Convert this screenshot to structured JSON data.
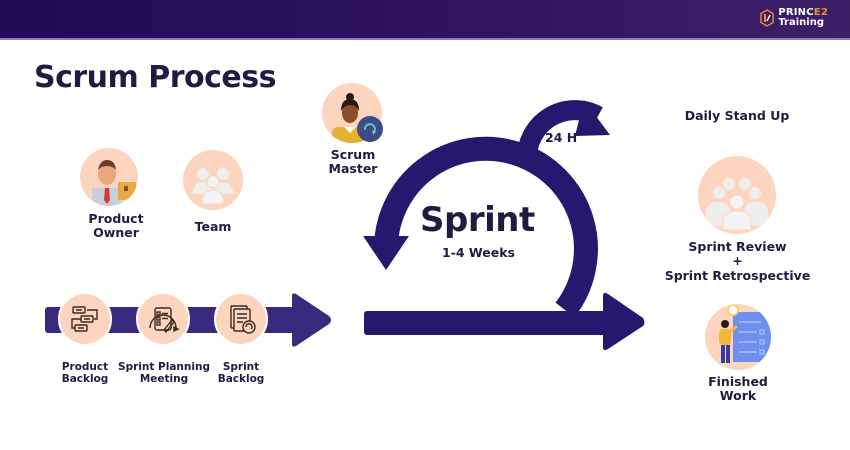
{
  "header": {
    "logo": {
      "icon": "prince2-hexagon-logo-icon",
      "line1_main": "PRINC",
      "line1_accent": "E2",
      "line2": "Training"
    }
  },
  "title": "Scrum Process",
  "roles": [
    {
      "label_line1": "Product",
      "label_line2": "Owner",
      "icon": "product-owner-icon"
    },
    {
      "label": "Team",
      "icon": "team-icon"
    },
    {
      "label_line1": "Scrum",
      "label_line2": "Master",
      "icon": "scrum-master-icon"
    }
  ],
  "pipeline": [
    {
      "label_line1": "Product",
      "label_line2": "Backlog",
      "icon": "product-backlog-icon"
    },
    {
      "label_line1": "Sprint Planning",
      "label_line2": "Meeting",
      "icon": "sprint-planning-icon"
    },
    {
      "label_line1": "Sprint",
      "label_line2": "Backlog",
      "icon": "sprint-backlog-icon"
    }
  ],
  "sprint": {
    "title": "Sprint",
    "duration": "1-4 Weeks",
    "daily_cycle": "24 H"
  },
  "outcomes": {
    "daily_standup": "Daily Stand Up",
    "review_line1": "Sprint Review",
    "review_plus": "+",
    "review_line2": "Sprint Retrospective",
    "finished_line1": "Finished",
    "finished_line2": "Work"
  },
  "colors": {
    "brand_dark": "#231a42",
    "arrow": "#27176e",
    "arrow_light": "#3a2a7e",
    "peach": "#fdd5be",
    "accent_orange": "#f08a3c",
    "header_bg": "#220a5a"
  }
}
